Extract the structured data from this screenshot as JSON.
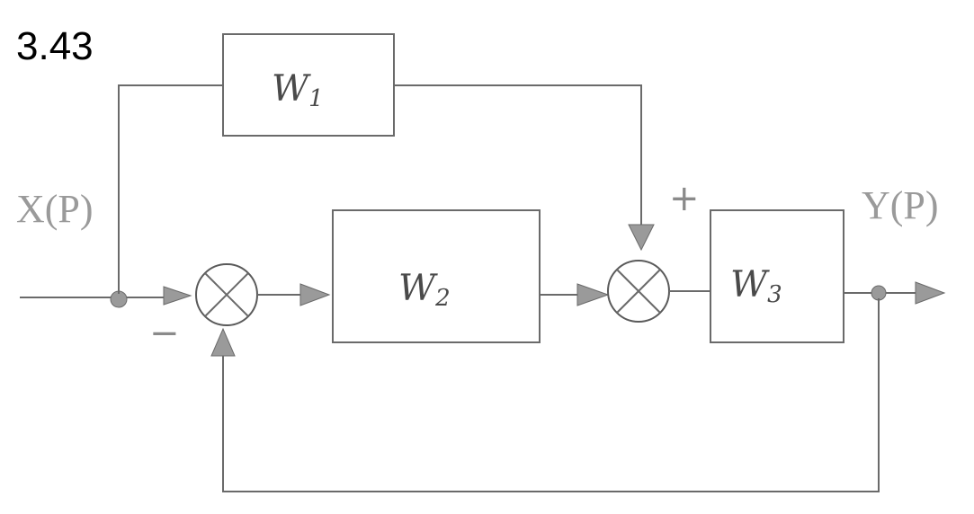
{
  "problem_number": "3.43",
  "signals": {
    "input": "X(P)",
    "output": "Y(P)"
  },
  "blocks": {
    "w1": {
      "letter": "W",
      "sub": "1"
    },
    "w2": {
      "letter": "W",
      "sub": "2"
    },
    "w3": {
      "letter": "W",
      "sub": "3"
    }
  },
  "signs": {
    "minus": "−",
    "plus": "+"
  },
  "colors": {
    "line": "#6a6a6a",
    "arrow_fill": "#9a9a9a",
    "label": "#9a9a9a"
  }
}
